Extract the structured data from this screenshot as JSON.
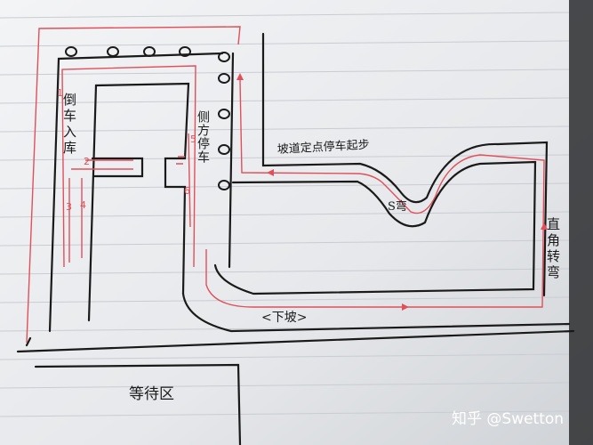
{
  "labels": {
    "reverse_parking": "倒车入库",
    "parallel_parking": "侧方停车",
    "hill_start": "坡道定点停车起步",
    "s_curve": "S弯",
    "right_angle_turn": "直角转弯",
    "downhill": "<下坡>",
    "waiting_area": "等待区"
  },
  "route_numbers": [
    "1",
    "2",
    "3",
    "4",
    "5",
    "6"
  ],
  "watermark": "知乎 @Swetton",
  "colors": {
    "paper": "#eceef0",
    "ink": "#1a1a1a",
    "route": "#e0505a",
    "ruled_line": "#c9ccd2"
  }
}
